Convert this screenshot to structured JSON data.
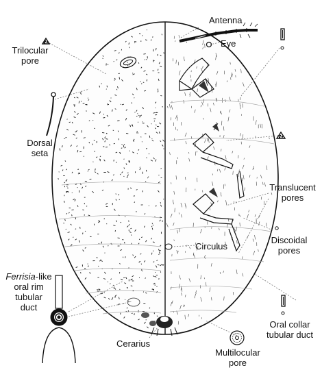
{
  "labels": {
    "antenna": "Antenna",
    "eye": "Eye",
    "trilocular_pore": [
      "Trilocular",
      "pore"
    ],
    "dorsal_seta": [
      "Dorsal",
      "seta"
    ],
    "translucent_pores": [
      "Translucent",
      "pores"
    ],
    "discoidal_pores": [
      "Discoidal",
      "pores"
    ],
    "circulus": "Circulus",
    "ferrisia_duct": {
      "italic_part": "Ferrisia",
      "line1_rest": "-like",
      "line2": "oral rim",
      "line3": "tubular",
      "line4": "duct"
    },
    "cerarius": "Cerarius",
    "multilocular_pore": [
      "Multilocular",
      "pore"
    ],
    "oral_collar_duct": [
      "Oral collar",
      "tubular duct"
    ]
  },
  "colors": {
    "ink": "#111111",
    "leader": "#777777",
    "background": "#ffffff"
  }
}
